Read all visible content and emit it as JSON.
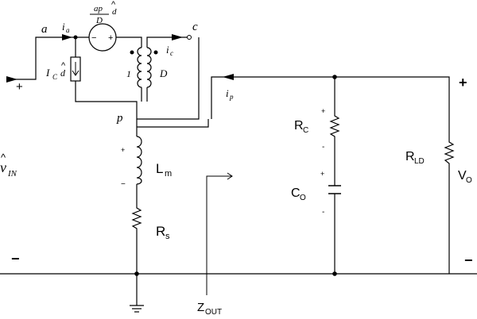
{
  "nodes": {
    "a": "a",
    "c": "c",
    "p": "p"
  },
  "currents": {
    "ia_main": "i",
    "ia_sub": "a",
    "ic_main": "i",
    "ic_sub": "c",
    "ip_main": "i",
    "ip_sub": "p",
    "IC_main": "I",
    "IC_sub": "C",
    "IC_d": "d",
    "IC_hat": "^"
  },
  "dep_source": {
    "num": "ap",
    "den": "D",
    "d": "d",
    "hat": "^",
    "minus": "−",
    "plus": "+"
  },
  "transformer": {
    "primary": "1",
    "secondary": "D"
  },
  "input": {
    "v": "v",
    "hat": "^",
    "sub": "IN",
    "plus": "+",
    "minus": "−"
  },
  "components": {
    "Lm_main": "L",
    "Lm_sub": "m",
    "Rs_main": "R",
    "Rs_sub": "s",
    "RC_main": "R",
    "RC_sub": "C",
    "CO_main": "C",
    "CO_sub": "O",
    "RLD_main": "R",
    "RLD_sub": "LD",
    "VO_main": "V",
    "VO_sub": "O"
  },
  "polarity": {
    "lm_plus": "+",
    "lm_minus": "−",
    "rc_plus": "+",
    "rc_minus": "-",
    "co_plus": "+",
    "co_minus": "-"
  },
  "output": {
    "plus": "+",
    "minus": "−"
  },
  "zout": {
    "main": "Z",
    "sub": "OUT"
  }
}
